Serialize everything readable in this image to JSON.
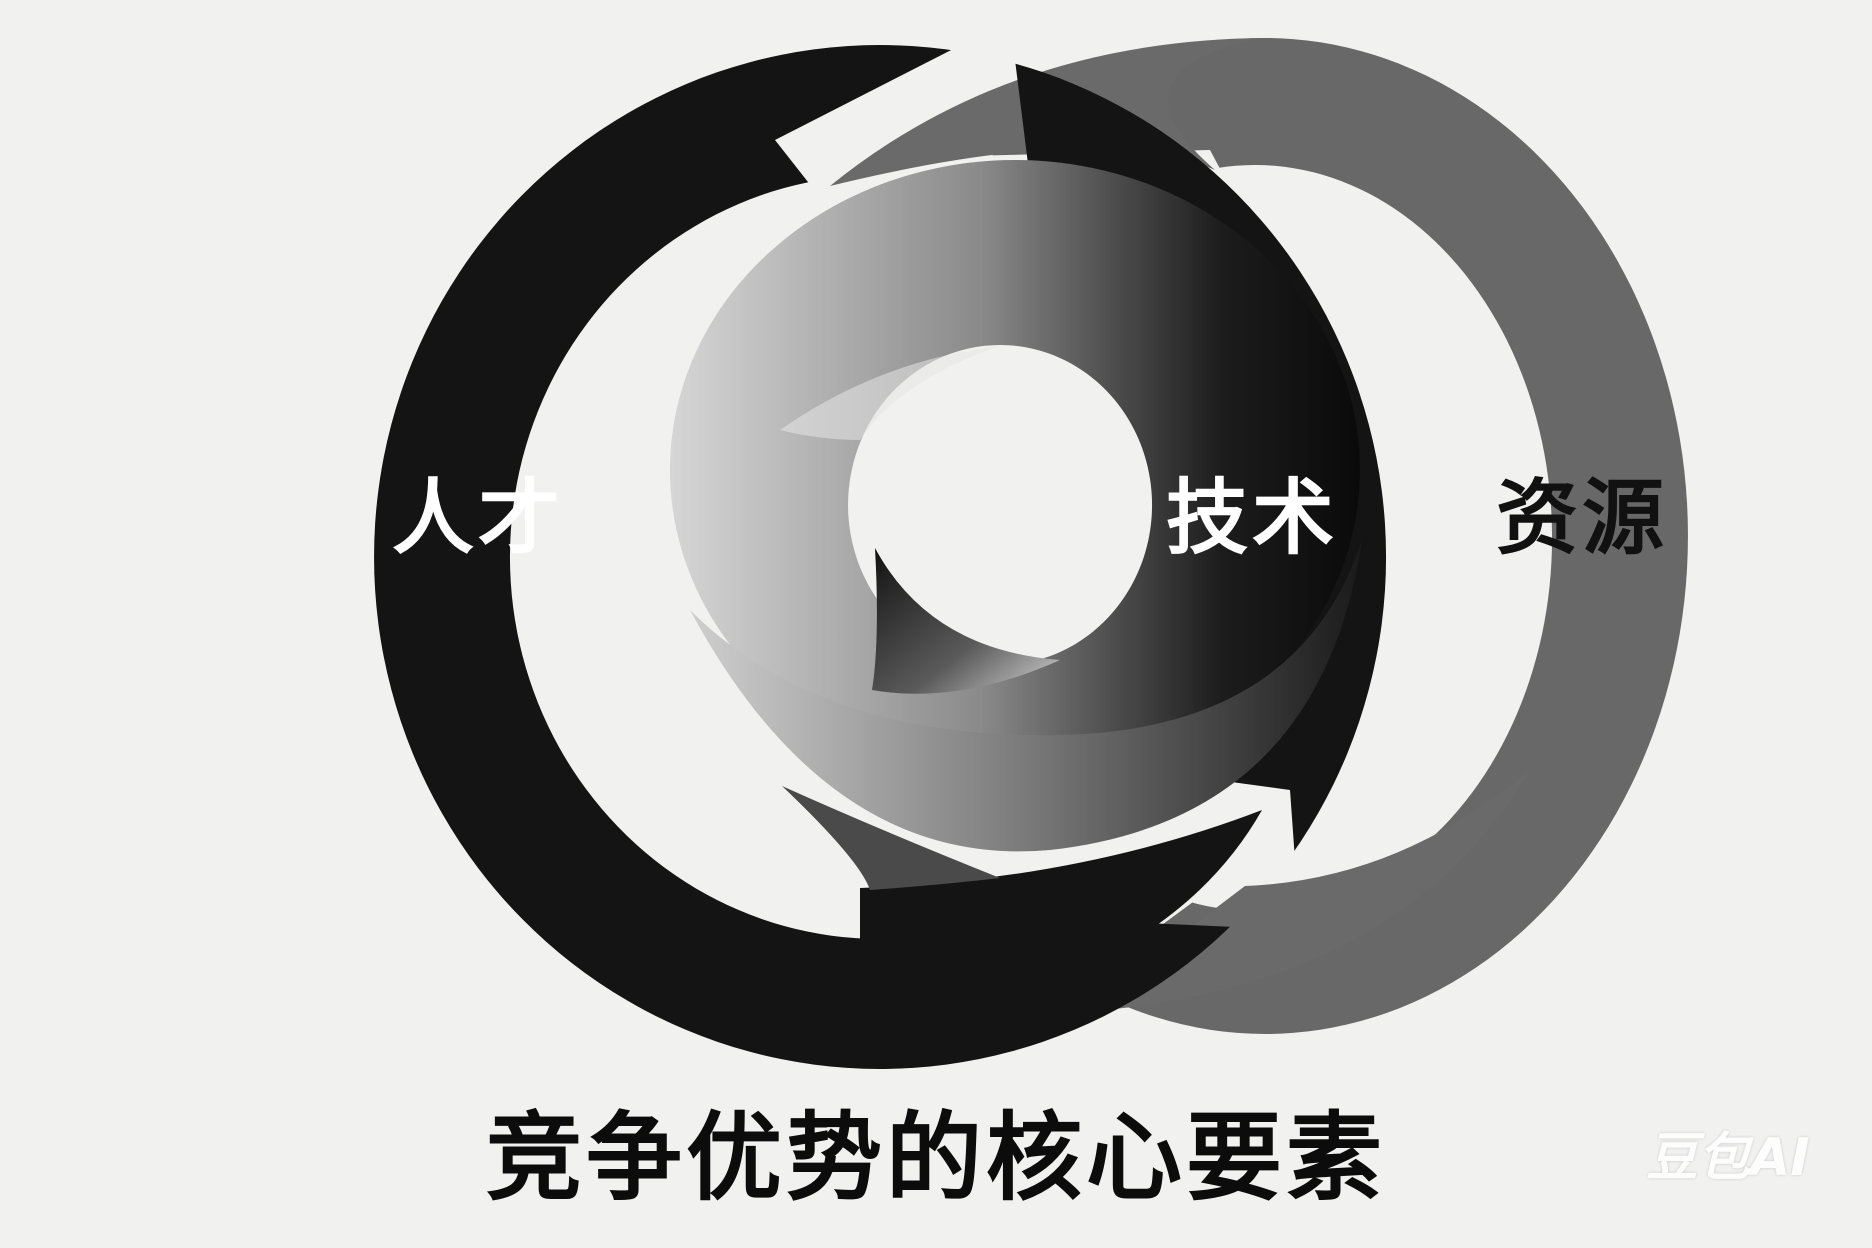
{
  "labels": {
    "talent": "人才",
    "technology": "技术",
    "resources": "资源"
  },
  "title": "竞争优势的核心要素",
  "watermark": "豆包AI",
  "colors": {
    "background": "#f1f1ef",
    "talent_ring": "#141414",
    "technology_ring_dark": "#0d0d0d",
    "technology_ring_light": "#d5d5d5",
    "resources_ring": "#686868",
    "title_text": "#0c0c0c"
  }
}
